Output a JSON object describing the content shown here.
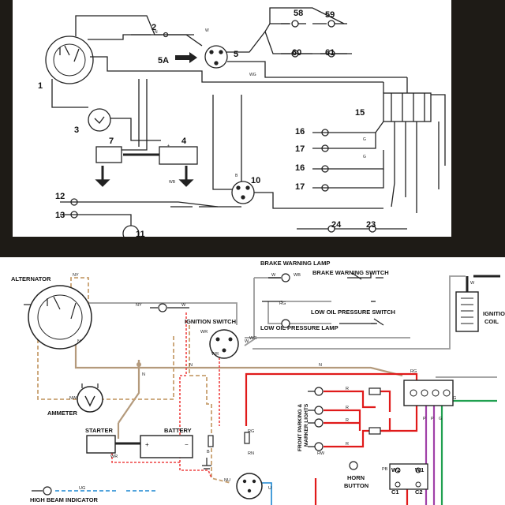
{
  "top_numbers": {
    "n1": "1",
    "n2": "2",
    "n3": "3",
    "n4": "4",
    "n5": "5",
    "n5a": "5A",
    "n7": "7",
    "n10": "10",
    "n11": "11",
    "n12": "12",
    "n13": "13",
    "n15": "15",
    "n16a": "16",
    "n16b": "16",
    "n17a": "17",
    "n17b": "17",
    "n23": "23",
    "n24": "24",
    "n58": "58",
    "n59": "59",
    "n60": "60",
    "n61": "61"
  },
  "bottom_labels": {
    "alternator": "ALTERNATOR",
    "ammeter": "AMMETER",
    "starter": "STARTER",
    "battery": "BATTERY",
    "ignition_switch": "IGNITION SWITCH",
    "brake_warning_lamp": "BRAKE WARNING LAMP",
    "brake_warning_switch": "BRAKE WARNING SWITCH",
    "low_oil_pressure_switch": "LOW OIL PRESSURE SWITCH",
    "low_oil_pressure_lamp": "LOW OIL PRESSURE LAMP",
    "front_parking": "FRONT PARKING &",
    "marker_lights": "MARKER LIGHTS",
    "horn_button": "HORN",
    "horn_button2": "BUTTON",
    "high_beam_indicator": "HIGH BEAM INDICATOR",
    "ignition_coil": "IGNITIO",
    "ignition_coil2": "COIL",
    "w2": "W2",
    "w1": "W1",
    "c1": "C1",
    "c2": "C2"
  },
  "wire_codes": {
    "ny": "NY",
    "n": "N",
    "w": "W",
    "nw": "NW",
    "wr": "WR",
    "wb": "WB",
    "wg": "WG",
    "r": "R",
    "rg": "RG",
    "rw": "RW",
    "rn": "RN",
    "nu": "NU",
    "p": "P",
    "pb": "PB",
    "g": "G",
    "u": "U",
    "b": "B",
    "ug": "UG"
  },
  "colors": {
    "top_bg": "#1e1b16",
    "brown": "#b49a7c",
    "red": "#e01a1a",
    "red_dashed": "#ee4444",
    "gray": "#9a9a9a",
    "purple": "#a040a8",
    "green": "#20a050",
    "blue": "#1a86d0",
    "tan": "#c8a070"
  }
}
